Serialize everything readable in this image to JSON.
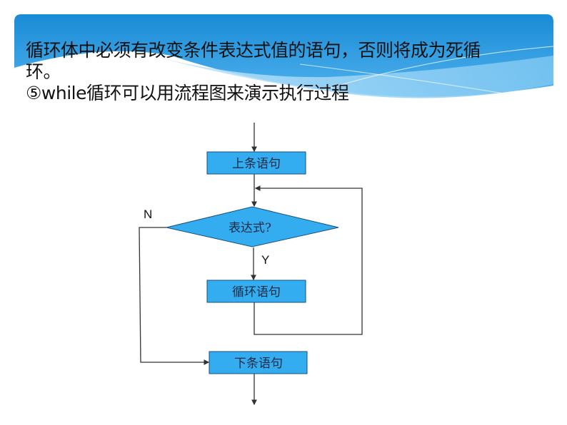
{
  "slide": {
    "colors": {
      "banner_top": "#1e8fd8",
      "banner_light": "#8ecff4",
      "box_fill": "#33adf0",
      "box_border": "#1b4f80",
      "line": "#333333"
    },
    "text": {
      "line1": "循环体中必须有改变条件表达式值的语句，否则将成为死循",
      "line2": "环。",
      "line3": "⑤while循环可以用流程图来演示执行过程"
    }
  },
  "flowchart": {
    "prev_statement": "上条语句",
    "condition": "表达式?",
    "loop_statement": "循环语句",
    "next_statement": "下条语句",
    "label_no": "N",
    "label_yes": "Y"
  }
}
